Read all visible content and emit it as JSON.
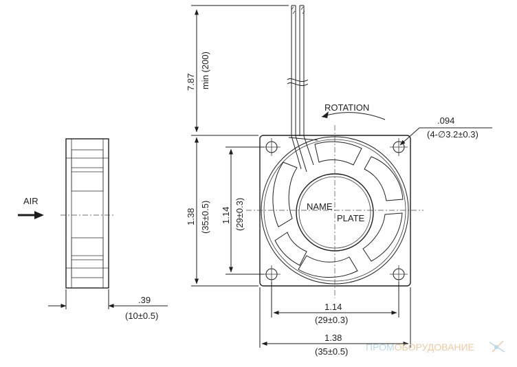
{
  "labels": {
    "air": "AIR",
    "rotation": "ROTATION",
    "name": "NAME",
    "plate": "PLATE"
  },
  "dimensions": {
    "lead_length_in": "7.87",
    "lead_length_mm": "min (200)",
    "height_in": "1.38",
    "height_mm": "(35±0.5)",
    "hole_pitch_v_in": "1.14",
    "hole_pitch_v_mm": "(29±0.3)",
    "hole_pitch_h_in": "1.14",
    "hole_pitch_h_mm": "(29±0.3)",
    "width_in": "1.38",
    "width_mm": "(35±0.5)",
    "depth_in": ".39",
    "depth_mm": "(10±0.5)",
    "hole_dia_in": ".094",
    "hole_dia_mm": "(4-∅3.2±0.3)"
  },
  "watermark": {
    "part1": "ПРОМ",
    "part2": "ОБОРУДОВАНИЕ",
    "color1": "#b9d9ea",
    "color2": "#f2c9a0"
  }
}
